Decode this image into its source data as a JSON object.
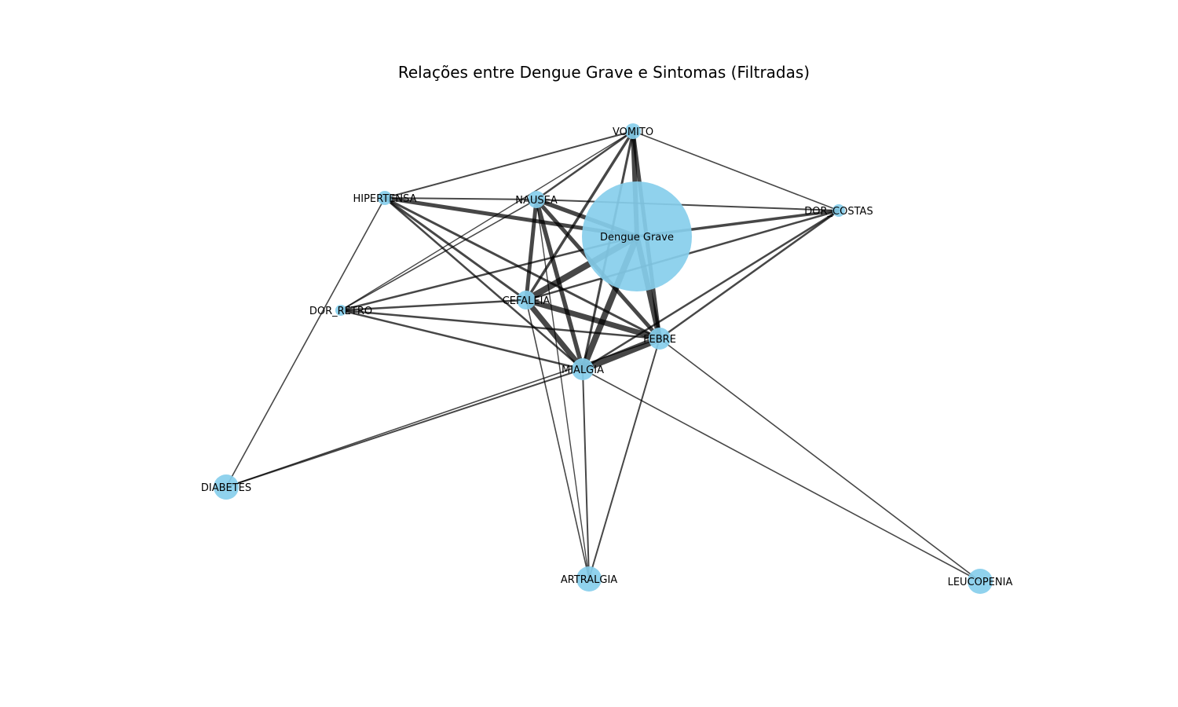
{
  "title": "Relações entre Dengue Grave e Sintomas (Filtradas)",
  "colors": {
    "node": "#87CEEB",
    "edge": "#000000",
    "background": "#ffffff"
  },
  "nodes": [
    {
      "id": "dengue-grave",
      "label": "Dengue Grave"
    },
    {
      "id": "vomito",
      "label": "VOMITO"
    },
    {
      "id": "hipertensa",
      "label": "HIPERTENSA"
    },
    {
      "id": "nausea",
      "label": "NAUSEA"
    },
    {
      "id": "dor-costas",
      "label": "DOR_COSTAS"
    },
    {
      "id": "cefaleia",
      "label": "CEFALEIA"
    },
    {
      "id": "dor-retro",
      "label": "DOR_RETRO"
    },
    {
      "id": "febre",
      "label": "FEBRE"
    },
    {
      "id": "mialgia",
      "label": "MIALGIA"
    },
    {
      "id": "diabetes",
      "label": "DIABETES"
    },
    {
      "id": "artralgia",
      "label": "ARTRALGIA"
    },
    {
      "id": "leucopenia",
      "label": "LEUCOPENIA"
    }
  ],
  "edges": [
    {
      "source": "vomito",
      "target": "hipertensa"
    },
    {
      "source": "vomito",
      "target": "nausea"
    },
    {
      "source": "vomito",
      "target": "dengue-grave"
    },
    {
      "source": "vomito",
      "target": "febre"
    },
    {
      "source": "vomito",
      "target": "cefaleia"
    },
    {
      "source": "vomito",
      "target": "mialgia"
    },
    {
      "source": "vomito",
      "target": "dor-costas"
    },
    {
      "source": "vomito",
      "target": "dor-retro"
    },
    {
      "source": "hipertensa",
      "target": "nausea"
    },
    {
      "source": "hipertensa",
      "target": "dengue-grave"
    },
    {
      "source": "hipertensa",
      "target": "cefaleia"
    },
    {
      "source": "hipertensa",
      "target": "febre"
    },
    {
      "source": "hipertensa",
      "target": "mialgia"
    },
    {
      "source": "hipertensa",
      "target": "diabetes"
    },
    {
      "source": "nausea",
      "target": "dengue-grave"
    },
    {
      "source": "nausea",
      "target": "cefaleia"
    },
    {
      "source": "nausea",
      "target": "febre"
    },
    {
      "source": "nausea",
      "target": "mialgia"
    },
    {
      "source": "nausea",
      "target": "dor-retro"
    },
    {
      "source": "nausea",
      "target": "dor-costas"
    },
    {
      "source": "nausea",
      "target": "artralgia"
    },
    {
      "source": "dengue-grave",
      "target": "cefaleia"
    },
    {
      "source": "dengue-grave",
      "target": "febre"
    },
    {
      "source": "dengue-grave",
      "target": "mialgia"
    },
    {
      "source": "dengue-grave",
      "target": "dor-retro"
    },
    {
      "source": "dengue-grave",
      "target": "dor-costas"
    },
    {
      "source": "dor-costas",
      "target": "cefaleia"
    },
    {
      "source": "dor-costas",
      "target": "febre"
    },
    {
      "source": "dor-costas",
      "target": "mialgia"
    },
    {
      "source": "cefaleia",
      "target": "febre"
    },
    {
      "source": "cefaleia",
      "target": "mialgia"
    },
    {
      "source": "cefaleia",
      "target": "dor-retro"
    },
    {
      "source": "cefaleia",
      "target": "artralgia"
    },
    {
      "source": "dor-retro",
      "target": "febre"
    },
    {
      "source": "dor-retro",
      "target": "mialgia"
    },
    {
      "source": "febre",
      "target": "mialgia"
    },
    {
      "source": "febre",
      "target": "artralgia"
    },
    {
      "source": "febre",
      "target": "leucopenia"
    },
    {
      "source": "mialgia",
      "target": "diabetes"
    },
    {
      "source": "mialgia",
      "target": "artralgia"
    },
    {
      "source": "mialgia",
      "target": "leucopenia"
    },
    {
      "source": "febre",
      "target": "diabetes"
    }
  ]
}
